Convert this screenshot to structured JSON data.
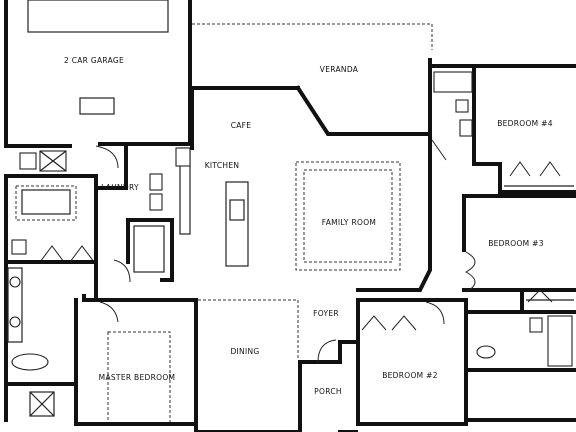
{
  "rooms": {
    "garage": "2 CAR GARAGE",
    "veranda": "VERANDA",
    "cafe": "CAFE",
    "kitchen": "KITCHEN",
    "laundry": "LAUNDRY",
    "family_room": "FAMILY ROOM",
    "bedroom4": "BEDROOM #4",
    "bedroom3": "BEDROOM #3",
    "foyer": "FOYER",
    "dining": "DINING",
    "master_bedroom": "MASTER BEDROOM",
    "porch": "PORCH",
    "bedroom2": "BEDROOM #2"
  }
}
